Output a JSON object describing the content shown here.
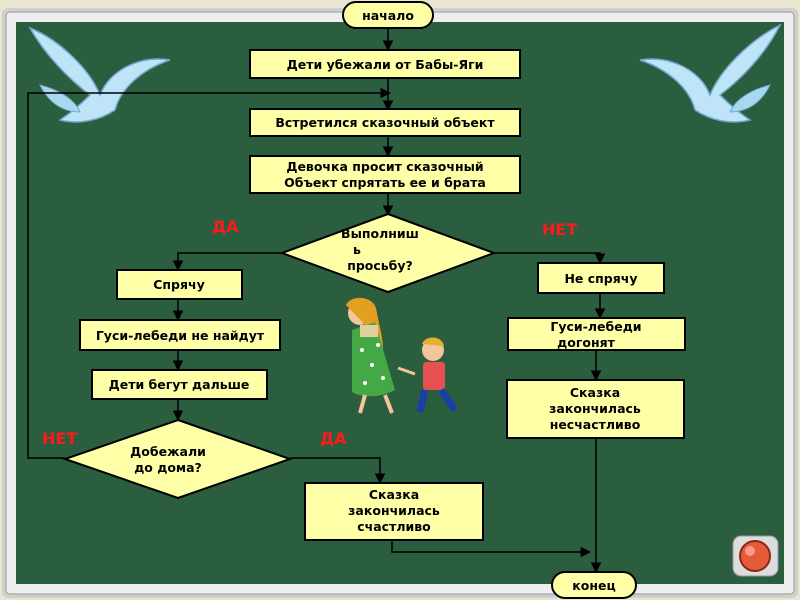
{
  "colors": {
    "board": "#2b5d3f",
    "frame": "#d9d9d9",
    "box_fill": "#ffffa8",
    "arrow": "#000000",
    "label": "#ff1a1a",
    "bird": "#a8d8f0"
  },
  "nodes": {
    "start": "начало",
    "ran_away": "Дети убежали от Бабы-Яги",
    "met_object": "Встретился  сказочный объект",
    "girl_asks_1": "Девочка просит сказочный",
    "girl_asks_2": "Объект спрятать ее и брата",
    "will_you_1": "Выполниш",
    "will_you_2": "ь",
    "will_you_3": "просьбу?",
    "hide": "Спрячу",
    "geese_wont_find": "Гуси-лебеди не найдут",
    "kids_run": "Дети бегут дальше",
    "reached_home_1": "Добежали",
    "reached_home_2": "до дома?",
    "happy_end_1": "Сказка",
    "happy_end_2": "закончилась",
    "happy_end_3": "счастливо",
    "wont_hide": "Не спрячу",
    "geese_catch_1": "Гуси-лебеди",
    "geese_catch_2": "догонят",
    "sad_end_1": "Сказка",
    "sad_end_2": "закончилась",
    "sad_end_3": "несчастливо",
    "end": "конец"
  },
  "labels": {
    "yes_top": "ДА",
    "no_top": "НЕТ",
    "no_bottom": "НЕТ",
    "yes_bottom": "ДА"
  }
}
